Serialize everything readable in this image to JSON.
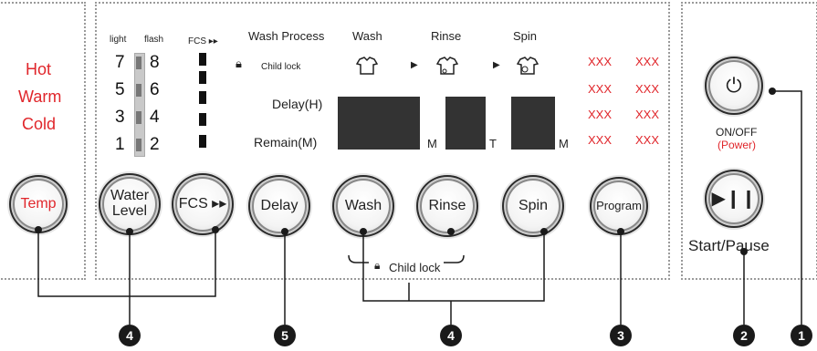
{
  "temp_panel": {
    "levels": [
      "Hot",
      "Warm",
      "Cold"
    ],
    "button": "Temp"
  },
  "water_level": {
    "light_label": "light",
    "flash_label": "flash",
    "left_numbers": [
      "7",
      "5",
      "3",
      "1"
    ],
    "right_numbers": [
      "8",
      "6",
      "4",
      "2"
    ],
    "button": "Water\nLevel"
  },
  "fcs": {
    "label": "FCS ▸▸",
    "button": "FCS ▸▸"
  },
  "wash_process": {
    "title": "Wash Process",
    "steps": [
      "Wash",
      "Rinse",
      "Spin"
    ],
    "child_lock": "Child lock"
  },
  "display": {
    "delay": "Delay(H)",
    "remain": "Remain(M)",
    "unit_m1": "M",
    "unit_t": "T",
    "unit_m2": "M"
  },
  "buttons": {
    "delay": "Delay",
    "wash": "Wash",
    "rinse": "Rinse",
    "spin": "Spin",
    "program": "Program",
    "child_lock_combo": "Child lock"
  },
  "program_labels": [
    "XXX",
    "XXX",
    "XXX",
    "XXX",
    "XXX",
    "XXX",
    "XXX",
    "XXX"
  ],
  "power": {
    "onoff": "ON/OFF",
    "power": "(Power)",
    "start_pause": "Start/Pause"
  },
  "callouts": [
    "4",
    "5",
    "4",
    "3",
    "2",
    "1"
  ]
}
